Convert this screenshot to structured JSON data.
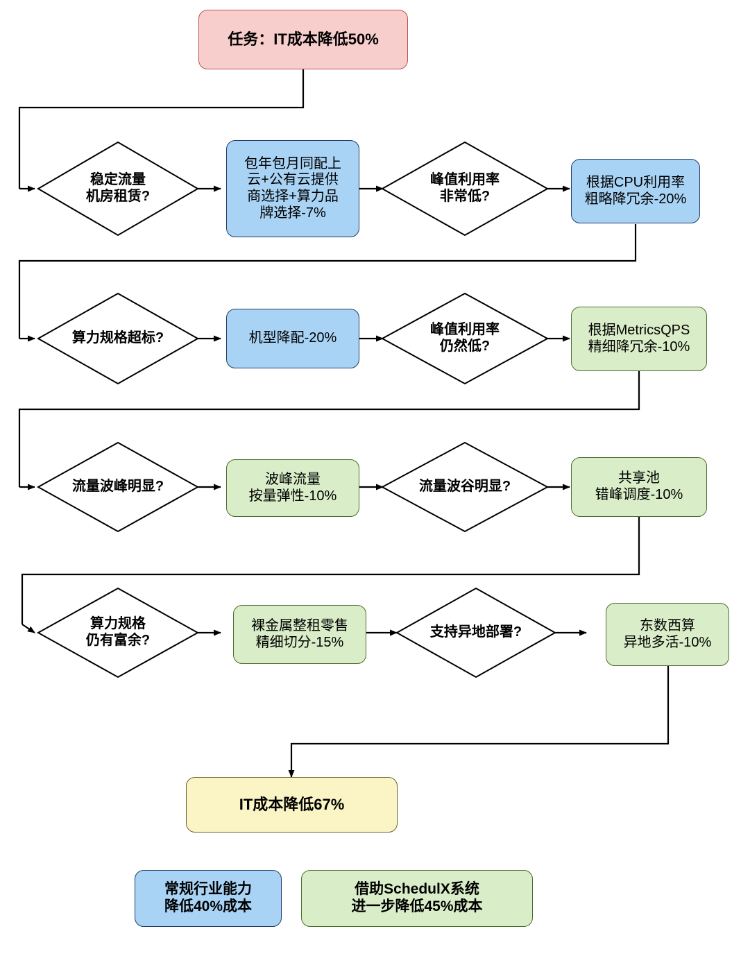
{
  "diagram": {
    "title_node": {
      "id": "task",
      "label": "任务：IT成本降低50%",
      "shape": "rounded-rect",
      "color": "#f8cecc"
    },
    "nodes": [
      {
        "id": "d1",
        "label": "稳定流量\n机房租赁?",
        "shape": "diamond",
        "row": 1
      },
      {
        "id": "p1",
        "label": "包年包月同配上\n云+公有云提供\n商选择+算力品\n牌选择-7%",
        "shape": "rounded-rect",
        "color": "#a9d3f5",
        "row": 1
      },
      {
        "id": "d2",
        "label": "峰值利用率\n非常低?",
        "shape": "diamond",
        "row": 1
      },
      {
        "id": "p2",
        "label": "根据CPU利用率\n粗略降冗余-20%",
        "shape": "rounded-rect",
        "color": "#a9d3f5",
        "row": 1
      },
      {
        "id": "d3",
        "label": "算力规格超标?",
        "shape": "diamond",
        "row": 2
      },
      {
        "id": "p3",
        "label": "机型降配-20%",
        "shape": "rounded-rect",
        "color": "#a9d3f5",
        "row": 2
      },
      {
        "id": "d4",
        "label": "峰值利用率\n仍然低?",
        "shape": "diamond",
        "row": 2
      },
      {
        "id": "p4",
        "label": "根据MetricsQPS\n精细降冗余-10%",
        "shape": "rounded-rect",
        "color": "#d9edc8",
        "row": 2
      },
      {
        "id": "d5",
        "label": "流量波峰明显?",
        "shape": "diamond",
        "row": 3
      },
      {
        "id": "p5",
        "label": "波峰流量\n按量弹性-10%",
        "shape": "rounded-rect",
        "color": "#d9edc8",
        "row": 3
      },
      {
        "id": "d6",
        "label": "流量波谷明显?",
        "shape": "diamond",
        "row": 3
      },
      {
        "id": "p6",
        "label": "共享池\n错峰调度-10%",
        "shape": "rounded-rect",
        "color": "#d9edc8",
        "row": 3
      },
      {
        "id": "d7",
        "label": "算力规格\n仍有富余?",
        "shape": "diamond",
        "row": 4
      },
      {
        "id": "p7",
        "label": "裸金属整租零售\n精细切分-15%",
        "shape": "rounded-rect",
        "color": "#d9edc8",
        "row": 4
      },
      {
        "id": "d8",
        "label": "支持异地部署?",
        "shape": "diamond",
        "row": 4
      },
      {
        "id": "p8",
        "label": "东数西算\n异地多活-10%",
        "shape": "rounded-rect",
        "color": "#d9edc8",
        "row": 4
      }
    ],
    "result_node": {
      "id": "result",
      "label": "IT成本降低67%",
      "shape": "rounded-rect",
      "color": "#fbf4c4"
    },
    "legend": [
      {
        "id": "legend-blue",
        "label": "常规行业能力\n降低40%成本",
        "color": "#a9d3f5"
      },
      {
        "id": "legend-green",
        "label": "借助SchedulX系统\n进一步降低45%成本",
        "color": "#d9edc8"
      }
    ],
    "colors": {
      "pink": "#f8cecc",
      "blue": "#a9d3f5",
      "green": "#d9edc8",
      "yellow": "#fbf4c4",
      "edge": "#000000"
    }
  }
}
